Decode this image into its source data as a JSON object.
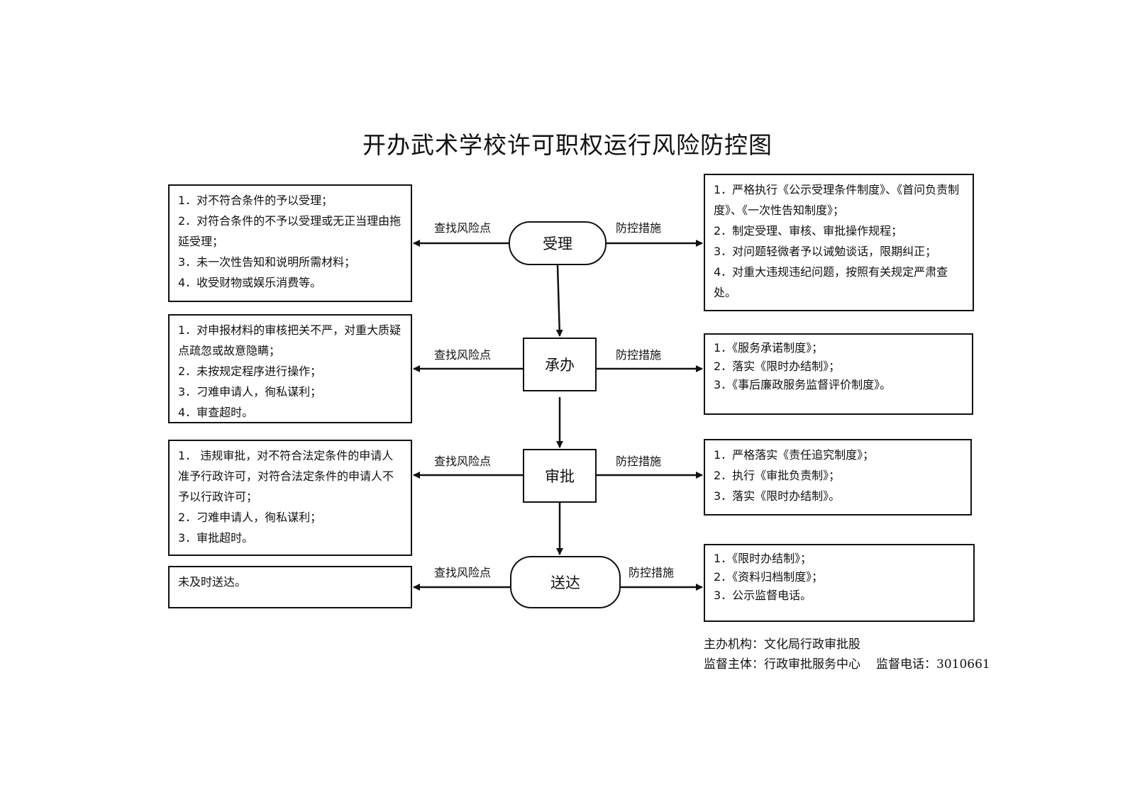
{
  "title": "开办武术学校许可职权运行风险防控图",
  "labels": {
    "risk": "查找风险点",
    "control": "防控措施"
  },
  "colors": {
    "line": "#111111",
    "background": "#ffffff"
  },
  "steps": [
    {
      "name": "受理",
      "risks": [
        "1．对不符合条件的予以受理；",
        "2．对符合条件的不予以受理或无正当理由拖延受理；",
        "3．未一次性告知和说明所需材料；",
        "4．收受财物或娱乐消费等。"
      ],
      "controls": [
        "1．严格执行《公示受理条件制度》、《首问负责制度》、《一次性告知制度》；",
        "2．制定受理、审核、审批操作规程；",
        "3．对问题轻微者予以诫勉谈话，限期纠正；",
        "4．对重大违规违纪问题，按照有关规定严肃查处。"
      ]
    },
    {
      "name": "承办",
      "risks": [
        "1．对申报材料的审核把关不严，对重大质疑点疏忽或故意隐瞒；",
        "2．未按规定程序进行操作；",
        "3．刁难申请人，徇私谋利；",
        "4．审查超时。"
      ],
      "controls": [
        "1．《服务承诺制度》；",
        "2．落实《限时办结制》；",
        "3．《事后廉政服务监督评价制度》。"
      ]
    },
    {
      "name": "审批",
      "risks": [
        "1． 违规审批，对不符合法定条件的申请人准予行政许可，对符合法定条件的申请人不予以行政许可；",
        "2．刁难申请人，徇私谋利；",
        "3．审批超时。"
      ],
      "controls": [
        "1．严格落实《责任追究制度》；",
        "2．执行《审批负责制》；",
        "3．落实《限时办结制》。"
      ]
    },
    {
      "name": "送达",
      "risks": [
        "未及时送达。"
      ],
      "controls": [
        "1．《限时办结制》；",
        "2．《资料归档制度》；",
        "3．公示监督电话。"
      ]
    }
  ],
  "footer": {
    "organizer": "主办机构：文化局行政审批股",
    "supervisor": "监督主体：行政审批服务中心",
    "phone": "监督电话：3010661"
  }
}
